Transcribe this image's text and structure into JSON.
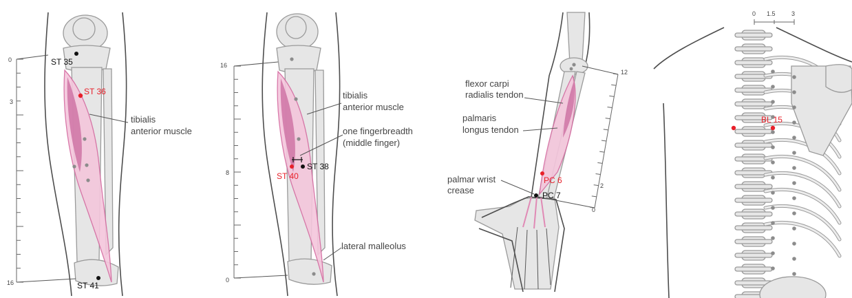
{
  "colors": {
    "acupoint_red": "#e8202a",
    "acupoint_black": "#111111",
    "muscle_pink": "#f4c6dc",
    "muscle_core": "#c9689d",
    "bone": "#e6e6e6"
  },
  "panel1": {
    "points": {
      "st35": "ST 35",
      "st36": "ST 36",
      "st41": "ST 41"
    },
    "labels": {
      "muscle_line1": "tibialis",
      "muscle_line2": "anterior muscle"
    },
    "scale": {
      "top": "0",
      "mid": "3",
      "bottom": "16"
    }
  },
  "panel2": {
    "points": {
      "st38": "ST 38",
      "st40": "ST 40"
    },
    "labels": {
      "muscle_line1": "tibialis",
      "muscle_line2": "anterior muscle",
      "finger_line1": "one fingerbreadth",
      "finger_line2": "(middle finger)",
      "malleolus": "lateral malleolus"
    },
    "scale": {
      "top": "16",
      "mid": "8",
      "bottom": "0"
    }
  },
  "panel3": {
    "points": {
      "pc6": "PC 6",
      "pc7": "PC 7"
    },
    "labels": {
      "flexor_line1": "flexor carpi",
      "flexor_line2": "radialis tendon",
      "palmaris_line1": "palmaris",
      "palmaris_line2": "longus tendon",
      "crease_line1": "palmar wrist",
      "crease_line2": "crease"
    },
    "scale": {
      "top": "12",
      "mid": "2",
      "bottom": "0"
    }
  },
  "panel4": {
    "points": {
      "bl15": "BL 15"
    },
    "scale": {
      "left": "0",
      "mid": "1.5",
      "right": "3"
    }
  }
}
